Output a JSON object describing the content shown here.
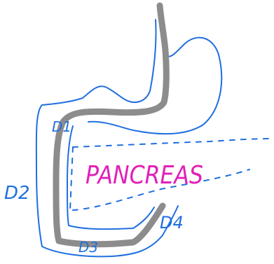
{
  "labels": {
    "organ": "PANCREAS",
    "d1": "D1",
    "d2": "D2",
    "d3": "D3",
    "d4": "D4"
  },
  "colors": {
    "outline": "#1f6fe0",
    "pancreas_text": "#e020b8",
    "tube": "#8c8c8c",
    "background": "#ffffff"
  }
}
